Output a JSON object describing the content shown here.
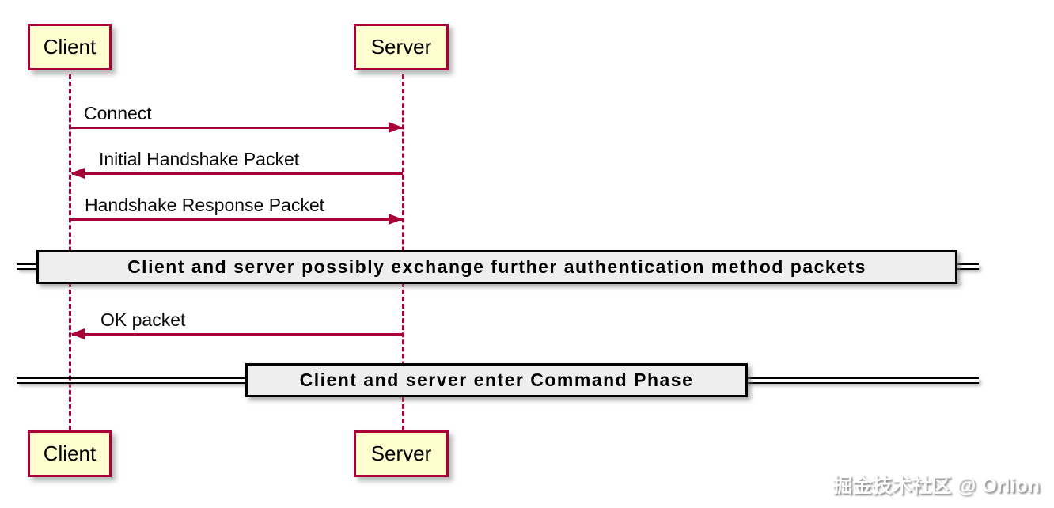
{
  "diagram": {
    "type": "sequence-diagram",
    "actors": [
      {
        "id": "client",
        "label": "Client"
      },
      {
        "id": "server",
        "label": "Server"
      }
    ],
    "messages": [
      {
        "label": "Connect",
        "from": "client",
        "to": "server",
        "direction": "right"
      },
      {
        "label": "Initial Handshake Packet",
        "from": "server",
        "to": "client",
        "direction": "left"
      },
      {
        "label": "Handshake Response Packet",
        "from": "client",
        "to": "server",
        "direction": "right"
      },
      {
        "label": "OK packet",
        "from": "server",
        "to": "client",
        "direction": "left"
      }
    ],
    "dividers": [
      {
        "label": "Client and server possibly exchange further authentication method packets"
      },
      {
        "label": "Client and server enter Command Phase"
      }
    ],
    "watermark": "掘金技术社区 @ Orlion",
    "colors": {
      "background": "#FFFFFF",
      "actor_fill": "#FEFECE",
      "actor_border": "#A80036",
      "lifeline": "#A80036",
      "arrow": "#A80036",
      "message_text": "#0A0A0A",
      "divider_fill": "#EEEEEE",
      "divider_border": "#000000"
    }
  }
}
